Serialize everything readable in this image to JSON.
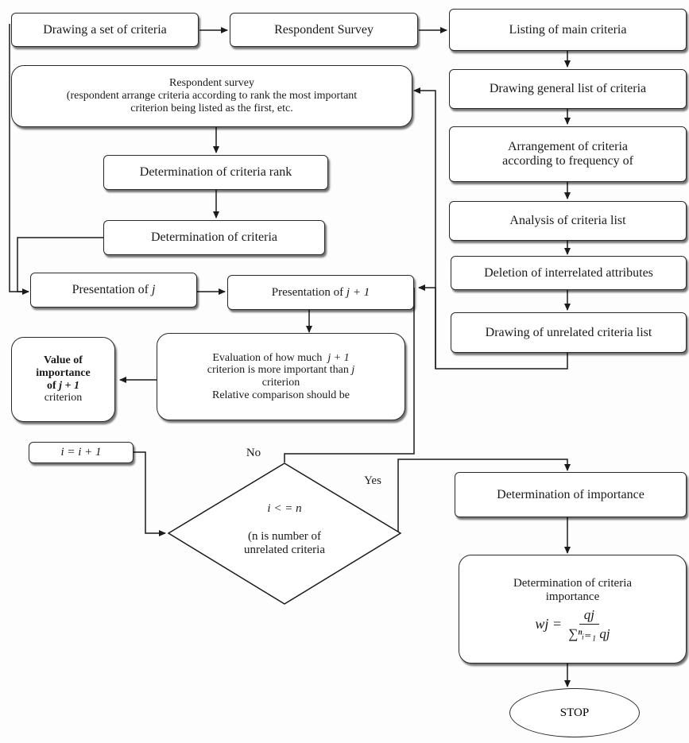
{
  "diagram": {
    "nodes": {
      "drawing_set": "Drawing a set of criteria",
      "respondent_survey_top": "Respondent Survey",
      "listing_main": "Listing of main criteria",
      "respondent_survey": {
        "line1": "Respondent survey",
        "line2": "(respondent arrange criteria according to rank the most important",
        "line3": "criterion being listed as the first, etc."
      },
      "drawing_general": "Drawing general list of criteria",
      "arrangement": {
        "line1": "Arrangement of criteria",
        "line2": "according to frequency of"
      },
      "determination_rank": "Determination of criteria rank",
      "analysis": "Analysis of criteria list",
      "determination_criteria": "Determination of criteria",
      "deletion": "Deletion of interrelated attributes",
      "presentation_j": {
        "text": "Presentation of",
        "var": "j"
      },
      "presentation_j1": {
        "text": "Presentation of",
        "var": "j + 1"
      },
      "drawing_unrelated": "Drawing of unrelated criteria list",
      "value_importance": {
        "line1": "Value of",
        "line2": "importance",
        "line3_prefix": "of",
        "line3_var": "j + 1",
        "line4": "criterion"
      },
      "evaluation": {
        "line1_text": "Evaluation of how much",
        "line1_var": "j + 1",
        "line2_text": "criterion is more important than",
        "line2_var": "j",
        "line3": "criterion",
        "line4": "Relative comparison should be"
      },
      "increment": "i = i + 1",
      "decision": {
        "line1": "i < = n",
        "line2": "(n is number of",
        "line3": "unrelated criteria"
      },
      "determination_importance": "Determination of importance",
      "criteria_importance": {
        "title_line1": "Determination of criteria",
        "title_line2": "importance",
        "formula_lhs": "wj =",
        "formula_num": "qj",
        "formula_den": "∑ⁿᵢ₌₁ qj"
      },
      "stop": "STOP"
    },
    "edge_labels": {
      "no": "No",
      "yes": "Yes"
    }
  }
}
